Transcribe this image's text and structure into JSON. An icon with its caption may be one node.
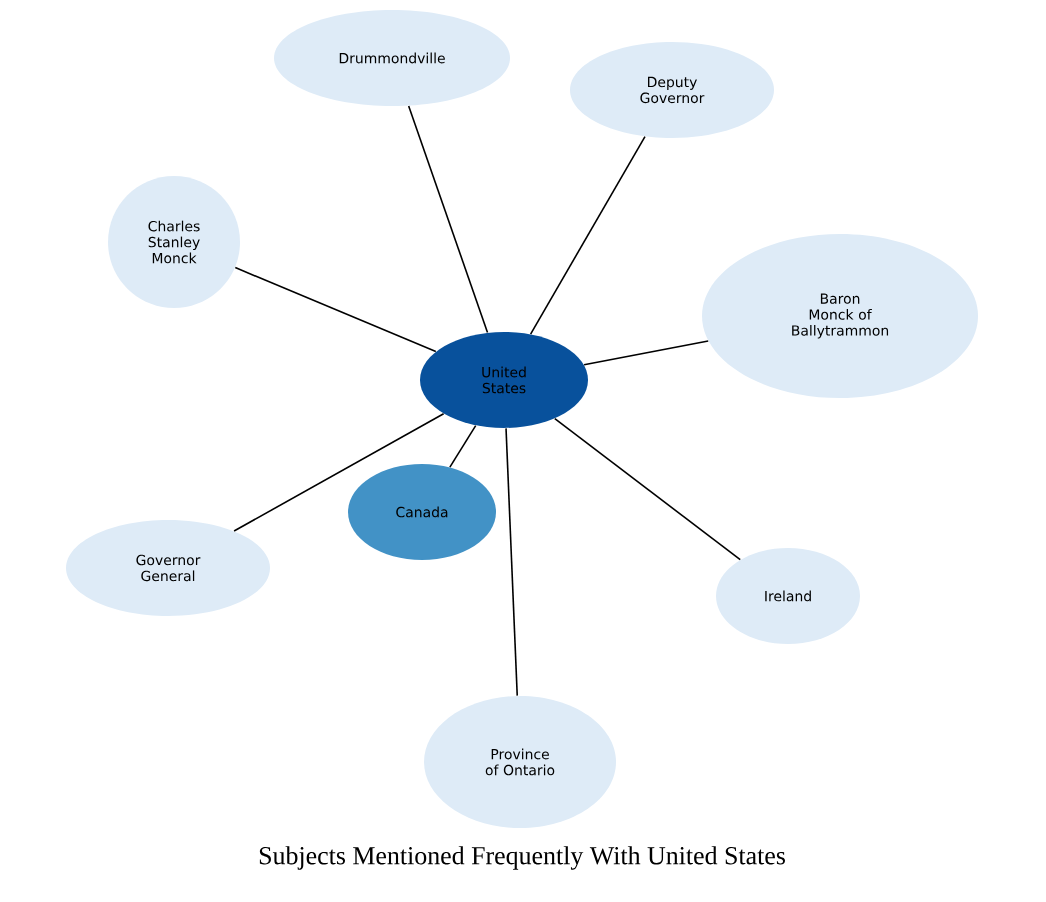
{
  "diagram": {
    "title": "Subjects Mentioned Frequently With United States",
    "nodes": [
      {
        "text": [
          "United States"
        ]
      },
      {
        "text": [
          "Drummondville"
        ]
      },
      {
        "text": [
          "Deputy Governor"
        ]
      },
      {
        "text": [
          "Charles Stanley Monck"
        ]
      },
      {
        "text": [
          "Baron Monck of Ballytrammon"
        ]
      },
      {
        "text": [
          "Canada"
        ]
      },
      {
        "text": [
          "Governor General"
        ]
      },
      {
        "text": [
          "Ireland"
        ]
      },
      {
        "text": [
          "Province of Ontario"
        ]
      }
    ],
    "edges": [
      {
        "from": 0,
        "to": 1,
        "arrow": "none"
      },
      {
        "from": 0,
        "to": 2,
        "arrow": "none"
      },
      {
        "from": 0,
        "to": 3,
        "arrow": "none"
      },
      {
        "from": 0,
        "to": 4,
        "arrow": "none"
      },
      {
        "from": 0,
        "to": 5,
        "arrow": "none"
      },
      {
        "from": 0,
        "to": 6,
        "arrow": "none"
      },
      {
        "from": 0,
        "to": 7,
        "arrow": "none"
      },
      {
        "from": 0,
        "to": 8,
        "arrow": "none"
      }
    ]
  }
}
